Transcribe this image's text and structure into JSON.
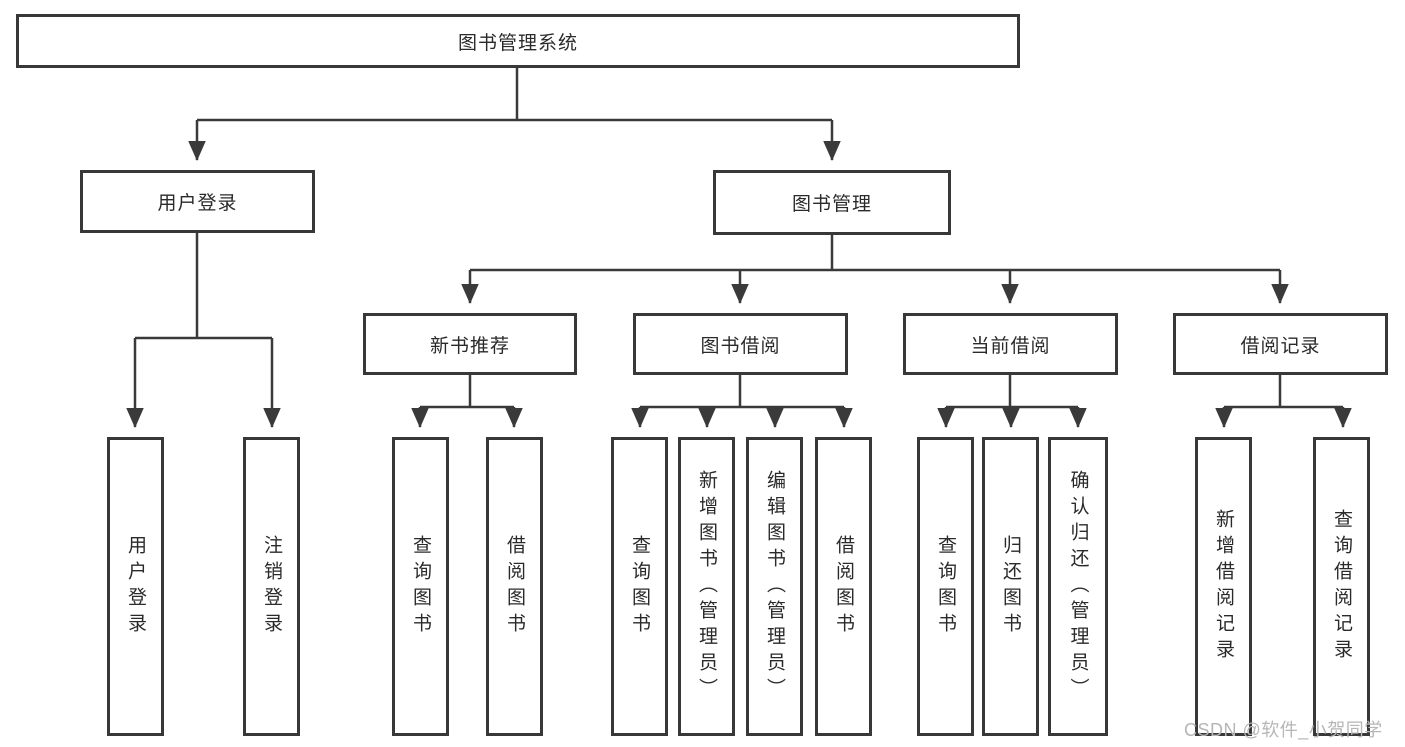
{
  "tree": {
    "root": {
      "label": "图书管理系统",
      "children": [
        {
          "label": "用户登录",
          "children": [
            {
              "label": "用户登录"
            },
            {
              "label": "注销登录"
            }
          ]
        },
        {
          "label": "图书管理",
          "children": [
            {
              "label": "新书推荐",
              "children": [
                {
                  "label": "查询图书"
                },
                {
                  "label": "借阅图书"
                }
              ]
            },
            {
              "label": "图书借阅",
              "children": [
                {
                  "label": "查询图书"
                },
                {
                  "label": "新增图书（管理员）"
                },
                {
                  "label": "编辑图书（管理员）"
                },
                {
                  "label": "借阅图书"
                }
              ]
            },
            {
              "label": "当前借阅",
              "children": [
                {
                  "label": "查询图书"
                },
                {
                  "label": "归还图书"
                },
                {
                  "label": "确认归还（管理员）"
                }
              ]
            },
            {
              "label": "借阅记录",
              "children": [
                {
                  "label": "新增借阅记录"
                },
                {
                  "label": "查询借阅记录"
                }
              ]
            }
          ]
        }
      ]
    }
  },
  "watermark": {
    "text": "CSDN @软件_小贺同学"
  },
  "colors": {
    "line": "#3a3a3a",
    "box_border": "#383838",
    "text": "#2a2a2a",
    "watermark": "#b6b6b6",
    "background": "#ffffff"
  }
}
